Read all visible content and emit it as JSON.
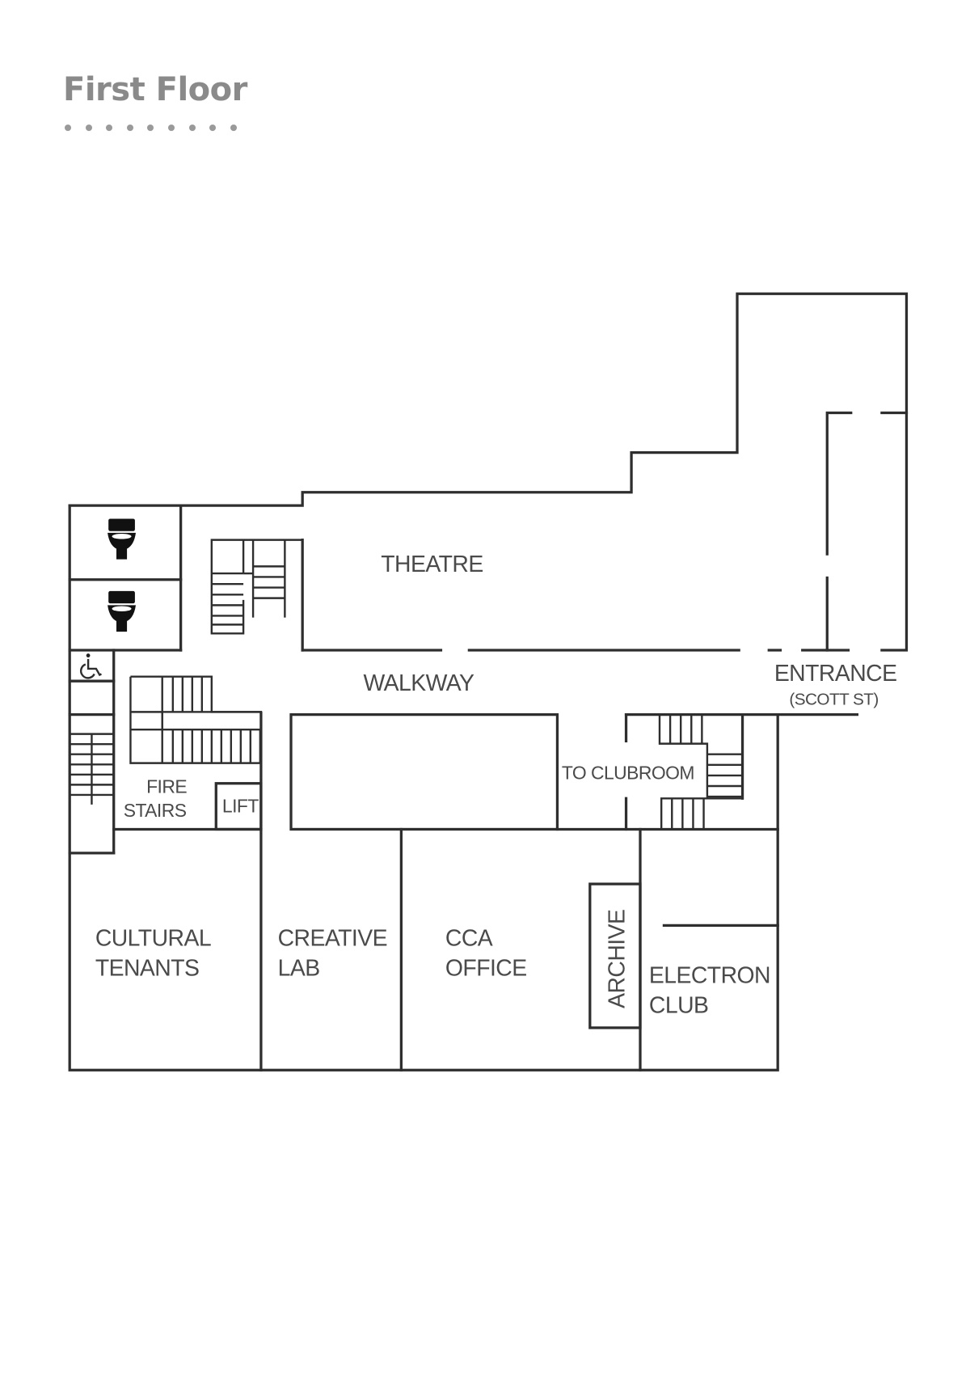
{
  "header": {
    "title": "First Floor",
    "dot_count": 9
  },
  "rooms": {
    "theatre": "THEATRE",
    "walkway": "WALKWAY",
    "entrance": "ENTRANCE",
    "entrance_sub": "(SCOTT ST)",
    "fire_stairs_1": "FIRE",
    "fire_stairs_2": "STAIRS",
    "lift": "LIFT",
    "to_clubroom": "TO CLUBROOM",
    "cultural_1": "CULTURAL",
    "cultural_2": "TENANTS",
    "creative_1": "CREATIVE",
    "creative_2": "LAB",
    "cca_1": "CCA",
    "cca_2": "OFFICE",
    "archive": "ARCHIVE",
    "electron_1": "ELECTRON",
    "electron_2": "CLUB"
  },
  "icons": [
    "toilet-icon",
    "toilet-icon",
    "wheelchair-accessible-icon"
  ],
  "colors": {
    "wall": "#2e2e2e",
    "label": "#4a4a4a",
    "title": "#8a8a8a"
  }
}
